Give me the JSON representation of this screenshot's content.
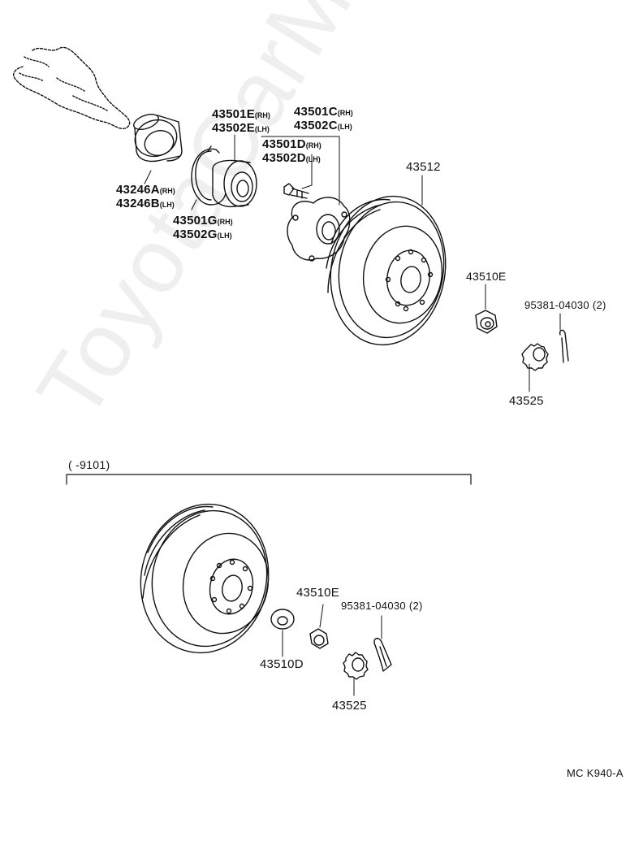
{
  "colors": {
    "ink": "#111111",
    "paper": "#ffffff",
    "watermark": "#000000"
  },
  "watermark": "ToyotaCarMine.ru",
  "upper": {
    "seal": {
      "line1": "43246A",
      "sfx1": "(RH)",
      "line2": "43246B",
      "sfx2": "(LH)"
    },
    "bearing": {
      "line1": "43501E",
      "sfx1": "(RH)",
      "line2": "43502E",
      "sfx2": "(LH)"
    },
    "snap_ring": {
      "line1": "43501G",
      "sfx1": "(RH)",
      "line2": "43502G",
      "sfx2": "(LH)"
    },
    "hub_c": {
      "line1": "43501C",
      "sfx1": "(RH)",
      "line2": "43502C",
      "sfx2": "(LH)"
    },
    "hub_d": {
      "line1": "43501D",
      "sfx1": "(RH)",
      "line2": "43502D",
      "sfx2": "(LH)"
    },
    "disc": "43512",
    "nut": "43510E",
    "cotter_pin": "95381-04030 (2)",
    "nut_lock_cap": "43525"
  },
  "lower": {
    "range_label": "(      -9101)",
    "nut": "43510E",
    "cotter_pin": "95381-04030 (2)",
    "washer": "43510D",
    "nut_lock_cap": "43525"
  },
  "figure_code": "MC K940-A"
}
